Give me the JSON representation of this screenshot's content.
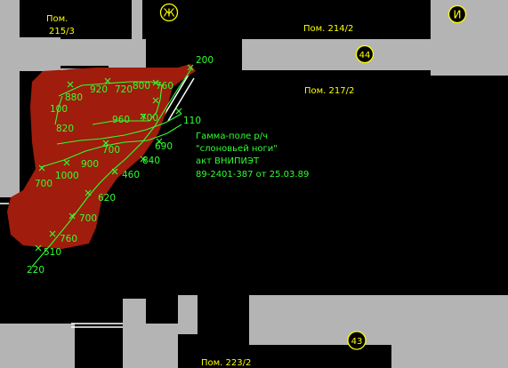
{
  "colors": {
    "background": "#000000",
    "wall": "#b4b4b4",
    "hotspot": "#a01c0c",
    "isoline": "#31ff31",
    "label": "#ffff00",
    "note": "#31ff31"
  },
  "rooms": {
    "r215_3_line1": "Пом.",
    "r215_3_line2": "215/3",
    "r214_2": "Пом. 214/2",
    "r217_2": "Пом. 217/2",
    "r223_2": "Пом. 223/2"
  },
  "axes": {
    "zh": "Ж",
    "i": "И",
    "n44": "44",
    "n43": "43"
  },
  "note": {
    "line1": "Гамма-поле р/ч",
    "line2": "\"слоновьей ноги\"",
    "line3": "акт ВНИПИЭТ",
    "line4": "89-2401-387 от 25.03.89"
  },
  "readings": [
    "200",
    "760",
    "800",
    "720",
    "920",
    "880",
    "100",
    "960",
    "700",
    "820",
    "110",
    "690",
    "700",
    "840",
    "900",
    "1000",
    "460",
    "700",
    "620",
    "700",
    "760",
    "510",
    "220"
  ]
}
